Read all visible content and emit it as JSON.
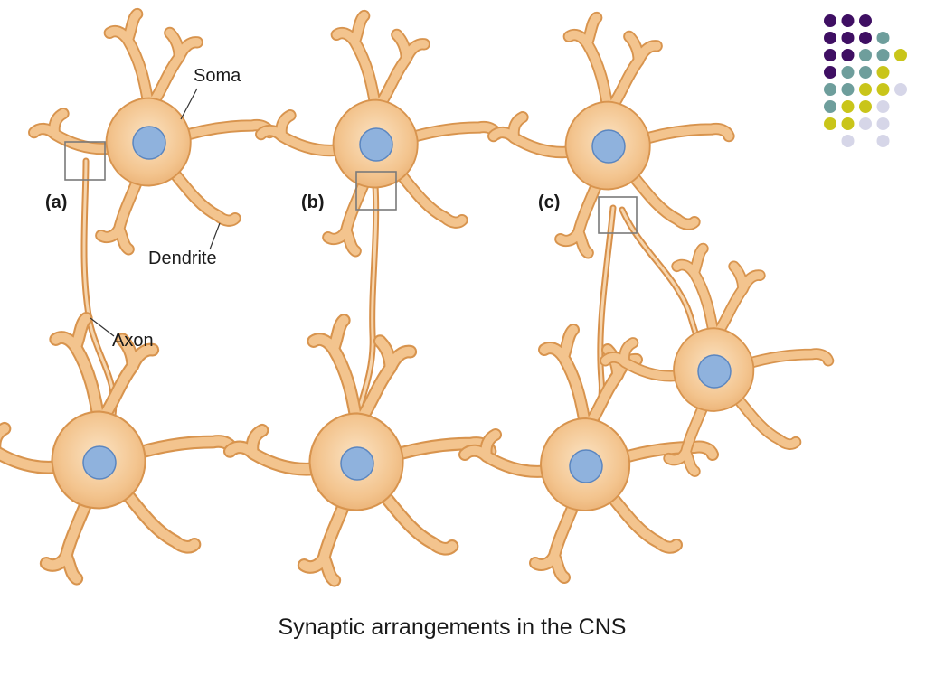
{
  "figure": {
    "labels": {
      "soma": "Soma",
      "dendrite": "Dendrite",
      "axon": "Axon",
      "panel_a": "(a)",
      "panel_b": "(b)",
      "panel_c": "(c)"
    },
    "caption": "Synaptic arrangements in the CNS"
  },
  "colors": {
    "cell_fill": "#f3c48e",
    "cell_edge": "#d8944e",
    "nucleus": "#8fb2dd",
    "purple": "#3f0f63",
    "teal": "#6e9e9c",
    "yellow": "#c9c51a",
    "lavender": "#d6d6e8"
  }
}
